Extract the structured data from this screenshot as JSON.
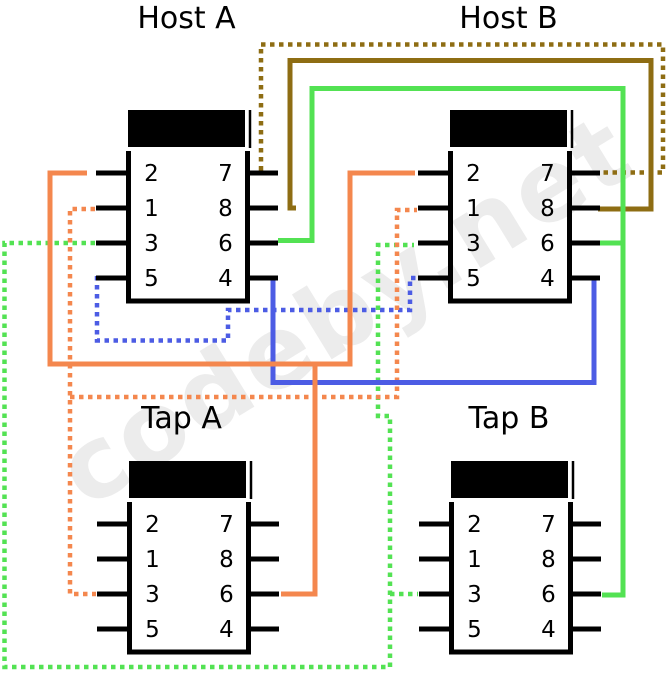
{
  "colors": {
    "orange": "#F4874E",
    "green": "#53E253",
    "blue": "#4C5CE4",
    "olive": "#8E6D13",
    "chip": "#000000",
    "watermark": "#ECECEC",
    "background": "#FFFFFF"
  },
  "watermark": "codeby.net",
  "chips": [
    {
      "id": "host-a",
      "title": "Host A",
      "pins_left": [
        "2",
        "1",
        "3",
        "5"
      ],
      "pins_right": [
        "7",
        "8",
        "6",
        "4"
      ]
    },
    {
      "id": "host-b",
      "title": "Host B",
      "pins_left": [
        "2",
        "1",
        "3",
        "5"
      ],
      "pins_right": [
        "7",
        "8",
        "6",
        "4"
      ]
    },
    {
      "id": "tap-a",
      "title": "Tap A",
      "pins_left": [
        "2",
        "1",
        "3",
        "5"
      ],
      "pins_right": [
        "7",
        "8",
        "6",
        "4"
      ]
    },
    {
      "id": "tap-b",
      "title": "Tap B",
      "pins_left": [
        "2",
        "1",
        "3",
        "5"
      ],
      "pins_right": [
        "7",
        "8",
        "6",
        "4"
      ]
    }
  ],
  "connections": [
    {
      "pair": "orange",
      "style": "solid",
      "connects": [
        "Host A pin 2",
        "Host B pin 2",
        "Tap A pin 6"
      ]
    },
    {
      "pair": "orange",
      "style": "dotted",
      "connects": [
        "Host A pin 1",
        "Host B pin 1",
        "Tap A pin 3"
      ]
    },
    {
      "pair": "green",
      "style": "solid",
      "connects": [
        "Host A pin 6",
        "Host B pin 6",
        "Tap B pin 6"
      ]
    },
    {
      "pair": "green",
      "style": "dotted",
      "connects": [
        "Host A pin 3",
        "Host B pin 3",
        "Tap B pin 3"
      ]
    },
    {
      "pair": "blue",
      "style": "solid",
      "connects": [
        "Host A pin 4",
        "Host B pin 4"
      ]
    },
    {
      "pair": "blue",
      "style": "dotted",
      "connects": [
        "Host A pin 5",
        "Host B pin 5"
      ]
    },
    {
      "pair": "olive",
      "style": "solid",
      "connects": [
        "Host A pin 8",
        "Host B pin 8"
      ]
    },
    {
      "pair": "olive",
      "style": "dotted",
      "connects": [
        "Host A pin 7",
        "Host B pin 7"
      ]
    }
  ]
}
